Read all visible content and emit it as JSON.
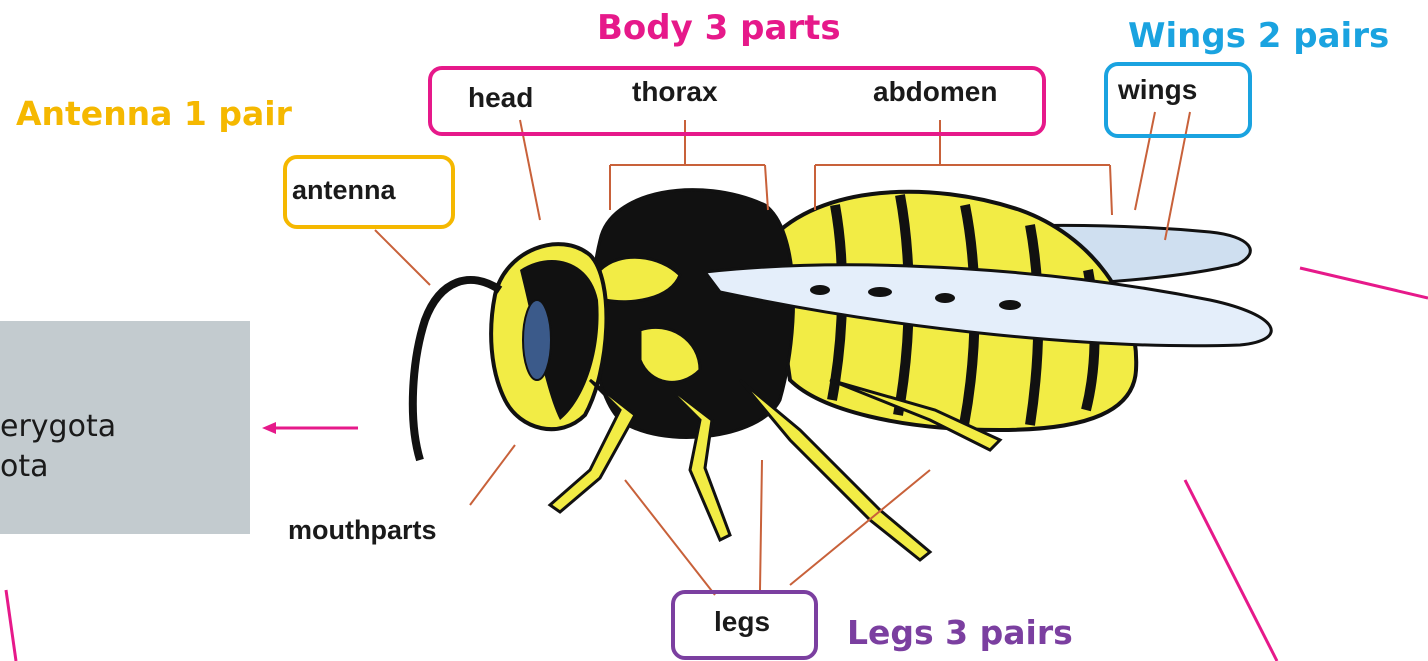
{
  "headings": {
    "body": "Body 3 parts",
    "wings": "Wings 2 pairs",
    "antenna": "Antenna 1 pair",
    "legs": "Legs 3 pairs"
  },
  "labels": {
    "head": "head",
    "thorax": "thorax",
    "abdomen": "abdomen",
    "wings": "wings",
    "antenna": "antenna",
    "mouthparts": "mouthparts",
    "legs": "legs"
  },
  "side_panel": {
    "line1": "erygota",
    "line2": "ota"
  },
  "colors": {
    "magenta": "#e6198a",
    "cyan": "#1aa3e0",
    "orange": "#f5b800",
    "purple": "#7b3fa0",
    "leader": "#c8613a",
    "wasp_yellow": "#f2ec45",
    "wasp_black": "#111111",
    "panel_grey": "#c3cbcf"
  }
}
